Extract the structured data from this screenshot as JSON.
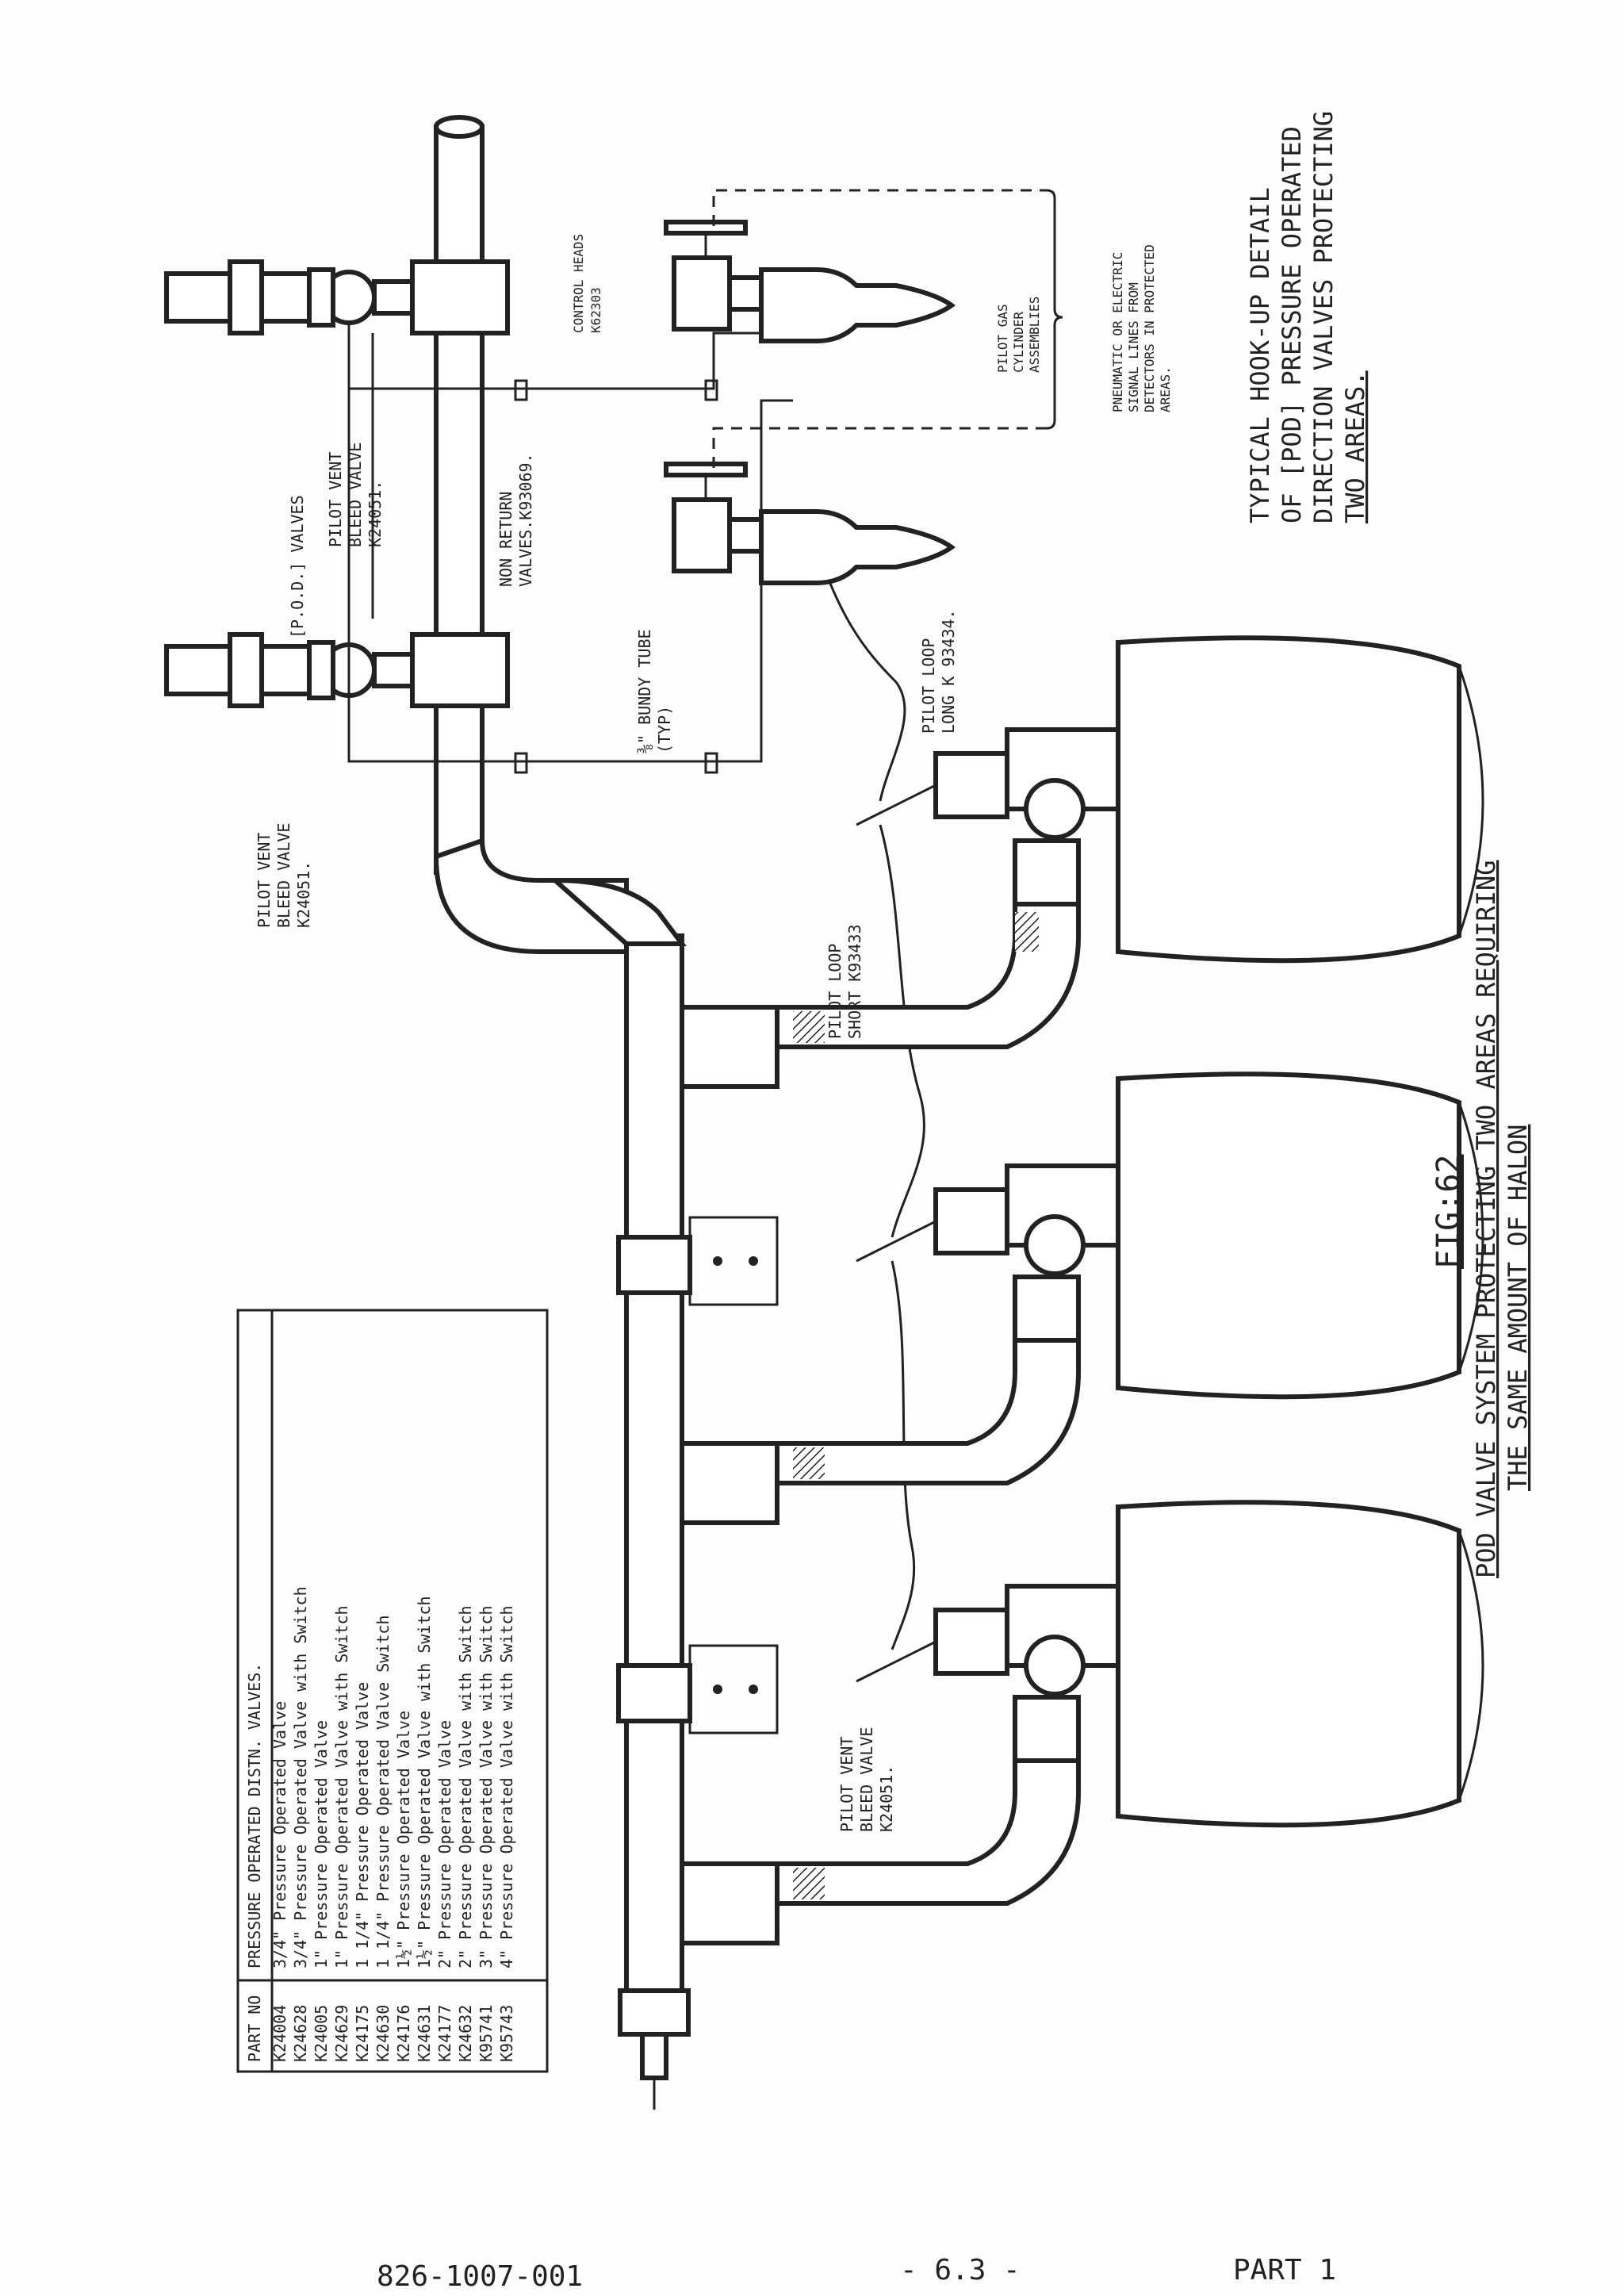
{
  "parts_table": {
    "col_part_no": "PART NO",
    "col_description": "PRESSURE OPERATED DISTN. VALVES.",
    "rows": [
      {
        "part": "K24004",
        "desc": "3/4\" Pressure Operated Valve"
      },
      {
        "part": "K24628",
        "desc": "3/4\" Pressure Operated Valve with Switch"
      },
      {
        "part": "K24005",
        "desc": "1\" Pressure Operated Valve"
      },
      {
        "part": "K24629",
        "desc": "1\" Pressure Operated Valve with Switch"
      },
      {
        "part": "K24175",
        "desc": "1 1/4\" Pressure Operated Valve"
      },
      {
        "part": "K24630",
        "desc": "1 1/4\" Pressure Operated Valve Switch"
      },
      {
        "part": "K24176",
        "desc": "1½\" Pressure Operated Valve"
      },
      {
        "part": "K24631",
        "desc": "1½\" Pressure Operated Valve with Switch"
      },
      {
        "part": "K24177",
        "desc": "2\" Pressure Operated Valve"
      },
      {
        "part": "K24632",
        "desc": "2\" Pressure Operated Valve with Switch"
      },
      {
        "part": "K95741",
        "desc": "3\" Pressure Operated Valve with Switch"
      },
      {
        "part": "K95743",
        "desc": "4\" Pressure Operated Valve with Switch"
      }
    ]
  },
  "labels": {
    "pod_valves": "[P.O.D.] VALVES",
    "pilot_vent_1a": "PILOT VENT",
    "pilot_vent_1b": "BLEED VALVE",
    "pilot_vent_1c": "K24051.",
    "non_return_a": "NON RETURN",
    "non_return_b": "VALVES.K93069.",
    "control_heads_a": "CONTROL HEADS",
    "control_heads_b": "K62303",
    "pilot_gas_a": "PILOT GAS",
    "pilot_gas_b": "CYLINDER",
    "pilot_gas_c": "ASSEMBLIES",
    "signal_a": "PNEUMATIC OR ELECTRIC",
    "signal_b": "SIGNAL LINES FROM",
    "signal_c": "DETECTORS IN PROTECTED",
    "signal_d": "AREAS.",
    "bundy_a": "⅜\" BUNDY TUBE",
    "bundy_b": "(TYP)",
    "pilot_vent_2a": "PILOT VENT",
    "pilot_vent_2b": "BLEED VALVE",
    "pilot_vent_2c": "K24051.",
    "pilot_loop_long_a": "PILOT LOOP",
    "pilot_loop_long_b": "LONG K 93434.",
    "pilot_loop_short_a": "PILOT LOOP",
    "pilot_loop_short_b": "SHORT K93433",
    "pilot_vent_3a": "PILOT VENT",
    "pilot_vent_3b": "BLEED VALVE",
    "pilot_vent_3c": "K24051."
  },
  "detail_title": {
    "line1": "TYPICAL HOOK-UP DETAIL",
    "line2": "OF [POD] PRESSURE OPERATED",
    "line3": "DIRECTION VALVES PROTECTING",
    "line4": "TWO AREAS."
  },
  "figure": {
    "number": "FIG:62",
    "caption1": "POD VALVE SYSTEM PROTECTING TWO AREAS REQUIRING",
    "caption2": "THE SAME AMOUNT OF HALON"
  },
  "footer": {
    "doc_number": "826-1007-001",
    "page": "- 6.3 -",
    "part": "PART 1"
  },
  "colors": {
    "ink": "#222222",
    "paper": "#fdfdfb"
  }
}
